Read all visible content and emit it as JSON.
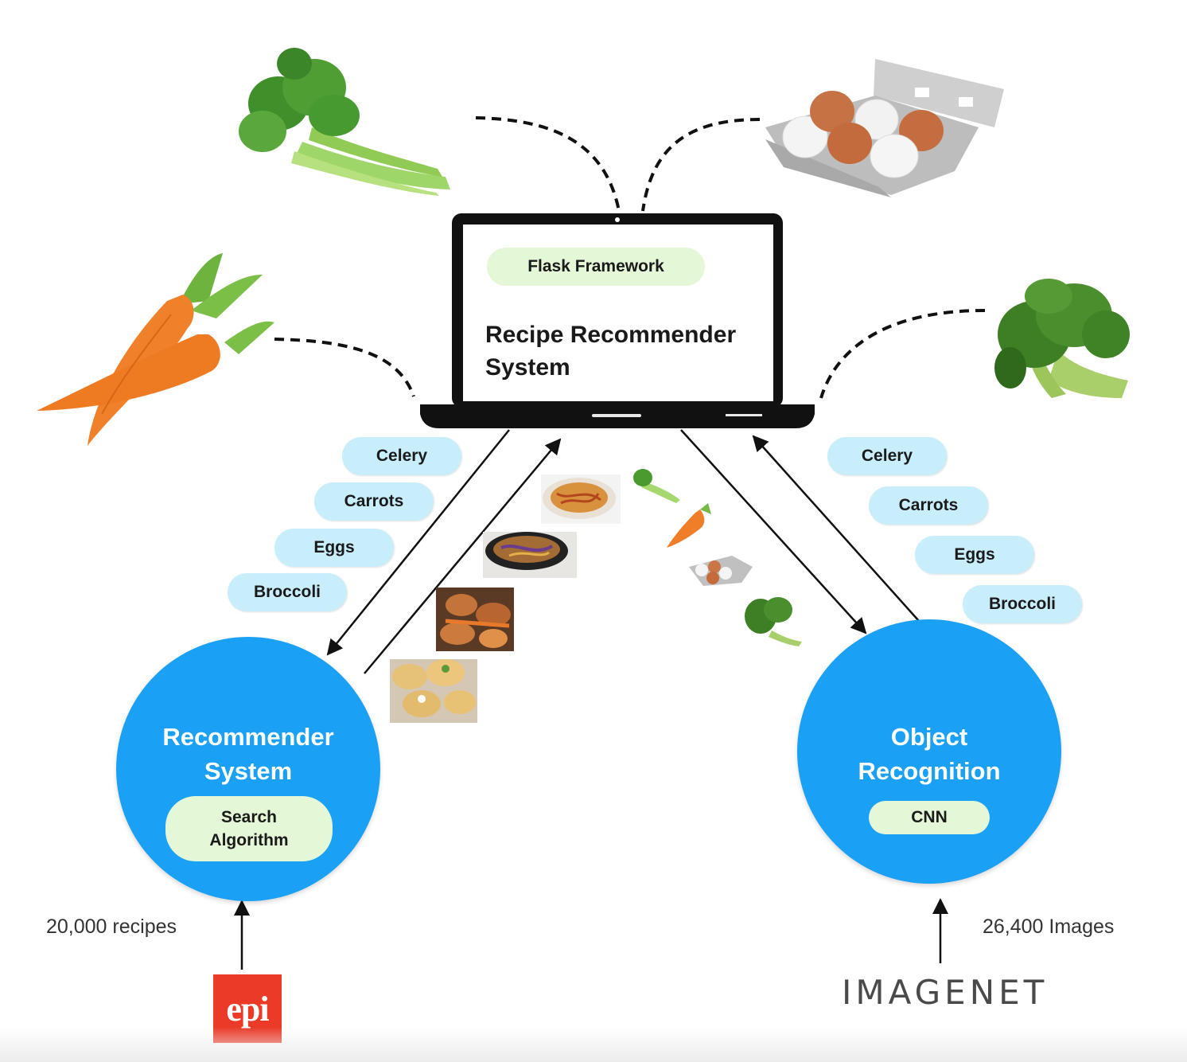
{
  "laptop": {
    "framework_label": "Flask Framework",
    "title_line1": "Recipe Recommender",
    "title_line2": "System"
  },
  "left_ingredients": [
    "Celery",
    "Carrots",
    "Eggs",
    "Broccoli"
  ],
  "right_ingredients": [
    "Celery",
    "Carrots",
    "Eggs",
    "Broccoli"
  ],
  "recommender": {
    "title_line1": "Recommender",
    "title_line2": "System",
    "sub_line1": "Search",
    "sub_line2": "Algorithm",
    "caption": "20,000 recipes",
    "logo_text": "epi"
  },
  "object_recognition": {
    "title_line1": "Object",
    "title_line2": "Recognition",
    "sub": "CNN",
    "caption": "26,400 Images",
    "logo_text": "IMAGENET"
  },
  "illustrations": [
    "celery",
    "eggs-carton",
    "carrots",
    "broccoli",
    "recipe-dishes"
  ],
  "colors": {
    "circle_blue": "#1aa0f4",
    "pill_blue": "#c8eefb",
    "pill_green": "#e4f7d7",
    "epi_red": "#ec3a28"
  }
}
